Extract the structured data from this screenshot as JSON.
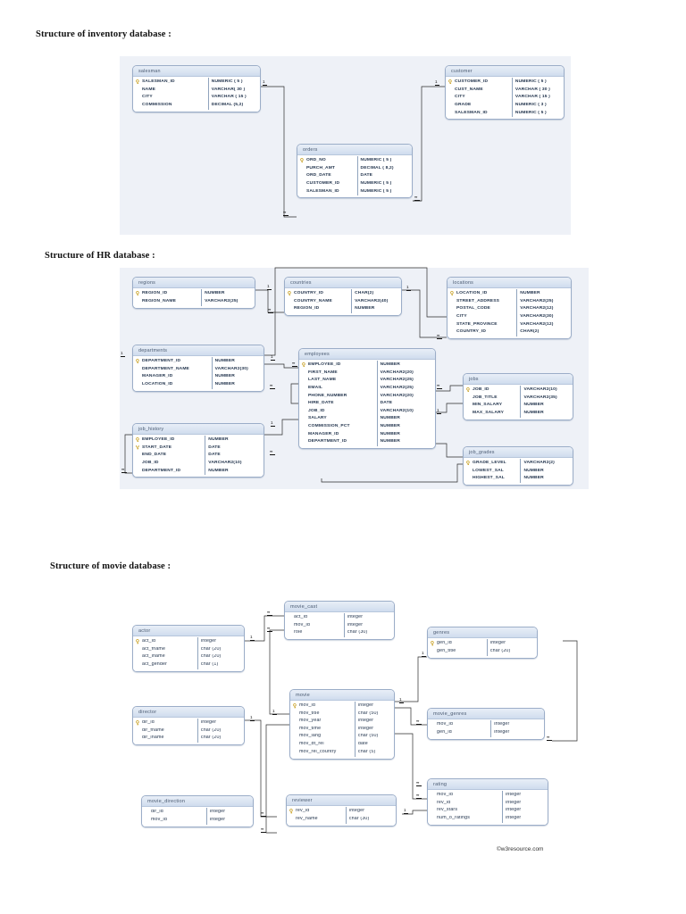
{
  "page": {
    "watermark": "©w3resource.com"
  },
  "sections": [
    {
      "id": "inventory",
      "heading": "Structure of inventory database :"
    },
    {
      "id": "hr",
      "heading": "Structure of HR database :"
    },
    {
      "id": "movie",
      "heading": "Structure of movie database :"
    }
  ],
  "inventory": {
    "tables": [
      {
        "name": "salesman",
        "columns": [
          {
            "name": "SALESMAN_ID",
            "type": "NUMERIC ( 5 )",
            "pk": true
          },
          {
            "name": "NAME",
            "type": "VARCHAR( 30 )",
            "pk": false
          },
          {
            "name": "CITY",
            "type": "VARCHAR ( 15 )",
            "pk": false
          },
          {
            "name": "COMMISSION",
            "type": "DECIMAL (5,2)",
            "pk": false
          }
        ]
      },
      {
        "name": "customer",
        "columns": [
          {
            "name": "CUSTOMER_ID",
            "type": "NUMERIC ( 5 )",
            "pk": true
          },
          {
            "name": "CUST_NAME",
            "type": "VARCHAR ( 30 )",
            "pk": false
          },
          {
            "name": "CITY",
            "type": "VARCHAR ( 15 )",
            "pk": false
          },
          {
            "name": "GRADE",
            "type": "NUMERIC ( 3 )",
            "pk": false
          },
          {
            "name": "SALESMAN_ID",
            "type": "NUMERIC ( 5 )",
            "pk": false
          }
        ]
      },
      {
        "name": "orders",
        "columns": [
          {
            "name": "ORD_NO",
            "type": "NUMERIC ( 5 )",
            "pk": true
          },
          {
            "name": "PURCH_AMT",
            "type": "DECIMAL ( 8,2)",
            "pk": false
          },
          {
            "name": "ORD_DATE",
            "type": "DATE",
            "pk": false
          },
          {
            "name": "CUSTOMER_ID",
            "type": "NUMERIC ( 5 )",
            "pk": false
          },
          {
            "name": "SALESMAN_ID",
            "type": "NUMERIC ( 5 )",
            "pk": false
          }
        ]
      }
    ]
  },
  "hr": {
    "tables": [
      {
        "name": "regions",
        "columns": [
          {
            "name": "REGION_ID",
            "type": "NUMBER",
            "pk": true
          },
          {
            "name": "REGION_NAME",
            "type": "VARCHAR2(25)",
            "pk": false
          }
        ]
      },
      {
        "name": "countries",
        "columns": [
          {
            "name": "COUNTRY_ID",
            "type": "CHAR(2)",
            "pk": true
          },
          {
            "name": "COUNTRY_NAME",
            "type": "VARCHAR2(40)",
            "pk": false
          },
          {
            "name": "REGION_ID",
            "type": "NUMBER",
            "pk": false
          }
        ]
      },
      {
        "name": "locations",
        "columns": [
          {
            "name": "LOCATION_ID",
            "type": "NUMBER",
            "pk": true
          },
          {
            "name": "STREET_ADDRESS",
            "type": "VARCHAR2(25)",
            "pk": false
          },
          {
            "name": "POSTAL_CODE",
            "type": "VARCHAR2(12)",
            "pk": false
          },
          {
            "name": "CITY",
            "type": "VARCHAR2(30)",
            "pk": false
          },
          {
            "name": "STATE_PROVINCE",
            "type": "VARCHAR2(12)",
            "pk": false
          },
          {
            "name": "COUNTRY_ID",
            "type": "CHAR(2)",
            "pk": false
          }
        ]
      },
      {
        "name": "departments",
        "columns": [
          {
            "name": "DEPARTMENT_ID",
            "type": "NUMBER",
            "pk": true
          },
          {
            "name": "DEPARTMENT_NAME",
            "type": "VARCHAR2(30)",
            "pk": false
          },
          {
            "name": "MANAGER_ID",
            "type": "NUMBER",
            "pk": false
          },
          {
            "name": "LOCATION_ID",
            "type": "NUMBER",
            "pk": false
          }
        ]
      },
      {
        "name": "job_history",
        "columns": [
          {
            "name": "EMPLOYEE_ID",
            "type": "NUMBER",
            "pk": true
          },
          {
            "name": "START_DATE",
            "type": "DATE",
            "pk": true
          },
          {
            "name": "END_DATE",
            "type": "DATE",
            "pk": false
          },
          {
            "name": "JOB_ID",
            "type": "VARCHAR2(10)",
            "pk": false
          },
          {
            "name": "DEPARTMENT_ID",
            "type": "NUMBER",
            "pk": false
          }
        ]
      },
      {
        "name": "employees",
        "columns": [
          {
            "name": "EMPLOYEE_ID",
            "type": "NUMBER",
            "pk": true
          },
          {
            "name": "FIRST_NAME",
            "type": "VARCHAR2(20)",
            "pk": false
          },
          {
            "name": "LAST_NAME",
            "type": "VARCHAR2(25)",
            "pk": false
          },
          {
            "name": "EMAIL",
            "type": "VARCHAR2(25)",
            "pk": false
          },
          {
            "name": "PHONE_NUMBER",
            "type": "VARCHAR2(20)",
            "pk": false
          },
          {
            "name": "HIRE_DATE",
            "type": "DATE",
            "pk": false
          },
          {
            "name": "JOB_ID",
            "type": "VARCHAR2(10)",
            "pk": false
          },
          {
            "name": "SALARY",
            "type": "NUMBER",
            "pk": false
          },
          {
            "name": "COMMISSION_PCT",
            "type": "NUMBER",
            "pk": false
          },
          {
            "name": "MANAGER_ID",
            "type": "NUMBER",
            "pk": false
          },
          {
            "name": "DEPARTMENT_ID",
            "type": "NUMBER",
            "pk": false
          }
        ]
      },
      {
        "name": "jobs",
        "columns": [
          {
            "name": "JOB_ID",
            "type": "VARCHAR2(10)",
            "pk": true
          },
          {
            "name": "JOB_TITLE",
            "type": "VARCHAR2(35)",
            "pk": false
          },
          {
            "name": "MIN_SALARY",
            "type": "NUMBER",
            "pk": false
          },
          {
            "name": "MAX_SALARY",
            "type": "NUMBER",
            "pk": false
          }
        ]
      },
      {
        "name": "job_grades",
        "columns": [
          {
            "name": "GRADE_LEVEL",
            "type": "VARCHAR2(2)",
            "pk": true
          },
          {
            "name": "LOWEST_SAL",
            "type": "NUMBER",
            "pk": false
          },
          {
            "name": "HIGHEST_SAL",
            "type": "NUMBER",
            "pk": false
          }
        ]
      }
    ]
  },
  "movie": {
    "tables": [
      {
        "name": "actor",
        "columns": [
          {
            "name": "act_id",
            "type": "integer",
            "pk": true
          },
          {
            "name": "act_fname",
            "type": "char (20)",
            "pk": false
          },
          {
            "name": "act_lname",
            "type": "char (20)",
            "pk": false
          },
          {
            "name": "act_gender",
            "type": "char (1)",
            "pk": false
          }
        ]
      },
      {
        "name": "director",
        "columns": [
          {
            "name": "dir_id",
            "type": "integer",
            "pk": true
          },
          {
            "name": "dir_fname",
            "type": "char (20)",
            "pk": false
          },
          {
            "name": "dir_lname",
            "type": "char (20)",
            "pk": false
          }
        ]
      },
      {
        "name": "movie_direction",
        "columns": [
          {
            "name": "dir_id",
            "type": "integer",
            "pk": false
          },
          {
            "name": "mov_id",
            "type": "integer",
            "pk": false
          }
        ]
      },
      {
        "name": "movie_cast",
        "columns": [
          {
            "name": "act_id",
            "type": "integer",
            "pk": false
          },
          {
            "name": "mov_id",
            "type": "integer",
            "pk": false
          },
          {
            "name": "role",
            "type": "char (30)",
            "pk": false
          }
        ]
      },
      {
        "name": "movie",
        "columns": [
          {
            "name": "mov_id",
            "type": "integer",
            "pk": true
          },
          {
            "name": "mov_title",
            "type": "char (50)",
            "pk": false
          },
          {
            "name": "mov_year",
            "type": "integer",
            "pk": false
          },
          {
            "name": "mov_time",
            "type": "integer",
            "pk": false
          },
          {
            "name": "mov_lang",
            "type": "char (50)",
            "pk": false
          },
          {
            "name": "mov_dt_rel",
            "type": "date",
            "pk": false
          },
          {
            "name": "mov_rel_country",
            "type": "char (5)",
            "pk": false
          }
        ]
      },
      {
        "name": "reviewer",
        "columns": [
          {
            "name": "rev_id",
            "type": "integer",
            "pk": true
          },
          {
            "name": "rev_name",
            "type": "char (30)",
            "pk": false
          }
        ]
      },
      {
        "name": "genres",
        "columns": [
          {
            "name": "gen_id",
            "type": "integer",
            "pk": true
          },
          {
            "name": "gen_title",
            "type": "char (20)",
            "pk": false
          }
        ]
      },
      {
        "name": "movie_genres",
        "columns": [
          {
            "name": "mov_id",
            "type": "integer",
            "pk": false
          },
          {
            "name": "gen_id",
            "type": "integer",
            "pk": false
          }
        ]
      },
      {
        "name": "rating",
        "columns": [
          {
            "name": "mov_id",
            "type": "integer",
            "pk": false
          },
          {
            "name": "rev_id",
            "type": "integer",
            "pk": false
          },
          {
            "name": "rev_stars",
            "type": "integer",
            "pk": false
          },
          {
            "name": "num_o_ratings",
            "type": "integer",
            "pk": false
          }
        ]
      }
    ]
  },
  "cardinality": {
    "one": "1",
    "many": "∞"
  }
}
